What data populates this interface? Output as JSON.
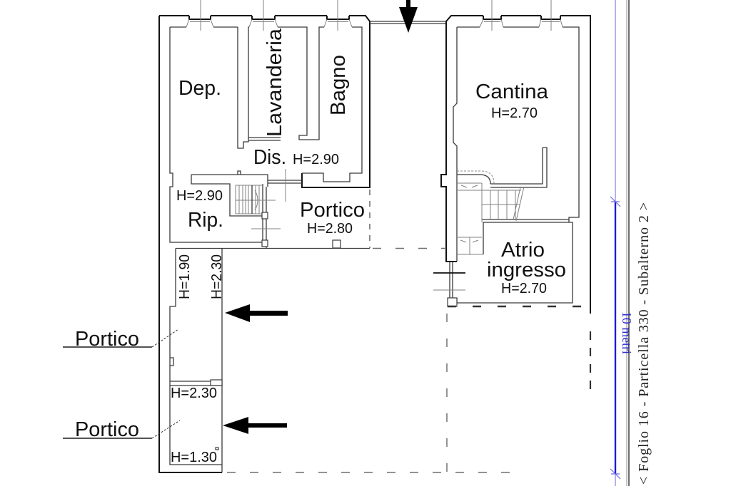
{
  "caption": "< Foglio 16 - Particella 330 - Subalterno 2 >",
  "scale_bar": {
    "label": "10 metri"
  },
  "rooms": {
    "dep": {
      "name": "Dep."
    },
    "lavanderia": {
      "name": "Lavanderia"
    },
    "bagno": {
      "name": "Bagno"
    },
    "dis": {
      "name": "Dis.",
      "height": "H=2.90"
    },
    "rip": {
      "name": "Rip.",
      "height": "H=2.90"
    },
    "portico_cortile": {
      "name": "Portico",
      "height": "H=2.80"
    },
    "cantina": {
      "name": "Cantina",
      "height": "H=2.70"
    },
    "atrio_ingresso": {
      "name_line1": "Atrio",
      "name_line2": "ingresso",
      "height": "H=2.70"
    },
    "portico_ala_nord": {
      "name": "Portico",
      "heights": [
        "H=1.90",
        "H=2.30"
      ]
    },
    "portico_ala_sud": {
      "name": "Portico",
      "heights": [
        "H=2.30",
        "H=1.30"
      ]
    }
  },
  "entrances": [
    {
      "icon": "arrow-down-icon",
      "direction": "down"
    },
    {
      "icon": "arrow-left-icon",
      "direction": "left"
    },
    {
      "icon": "arrow-left-icon",
      "direction": "left"
    }
  ],
  "colors": {
    "arrows": "#000000",
    "scale_bar": "#1c1cd8",
    "scale_bar_extension": "#9a9ae6",
    "scale_label": "#2a2ad0",
    "caption": "#222222"
  }
}
